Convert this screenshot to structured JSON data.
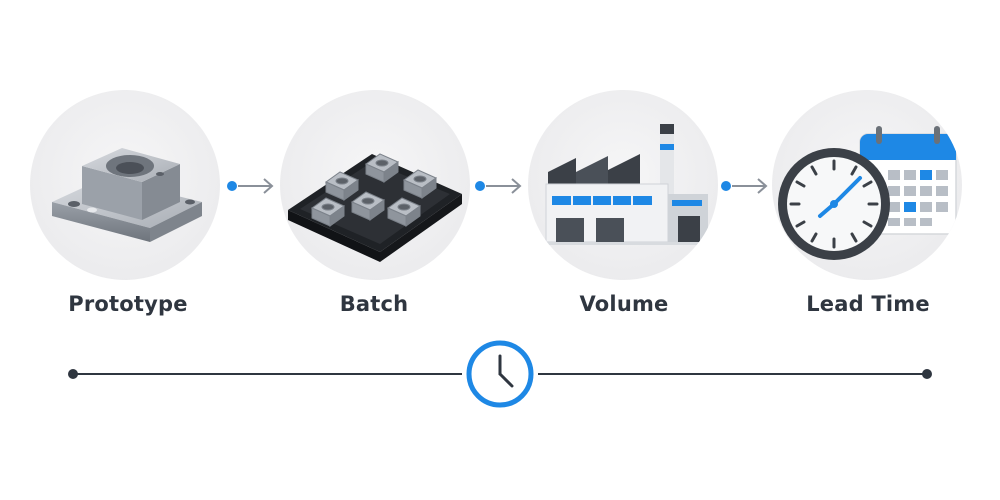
{
  "stages": [
    {
      "label": "Prototype",
      "icon": "machined-part-icon"
    },
    {
      "label": "Batch",
      "icon": "parts-tray-icon"
    },
    {
      "label": "Volume",
      "icon": "factory-icon"
    },
    {
      "label": "Lead Time",
      "icon": "clock-calendar-icon"
    }
  ],
  "colors": {
    "accent": "#1e88e5",
    "text": "#2f3640",
    "line": "#2f3640",
    "arrow": "#8a9099",
    "circle_bg": "#ececee"
  },
  "timeline": {
    "center_icon": "clock-icon"
  }
}
